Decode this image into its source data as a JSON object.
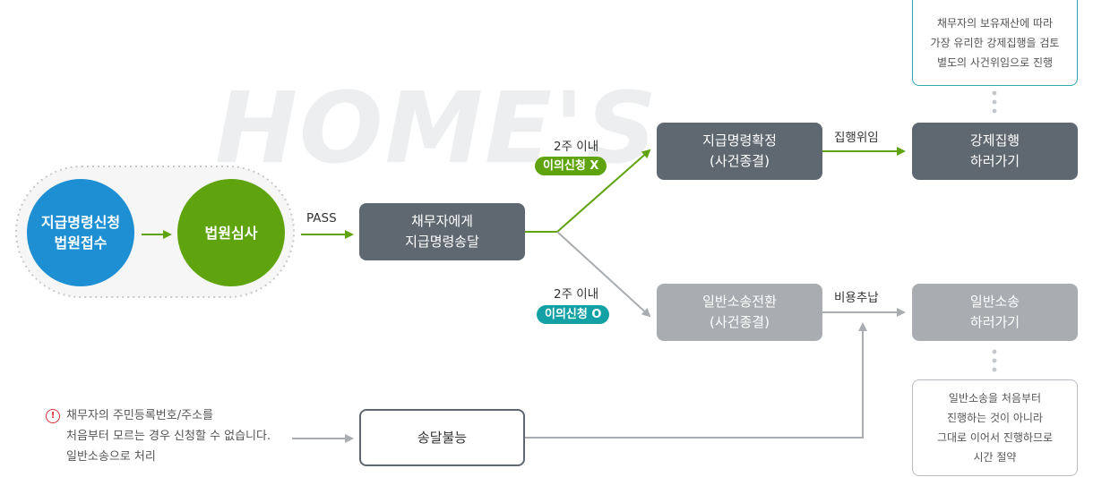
{
  "watermark": "HOME'S",
  "nodes": {
    "apply": "지급명령신청\n법원접수",
    "court_review": "법원심사",
    "deliver_to_debtor": "채무자에게\n지급명령송달",
    "order_confirmed": "지급명령확정\n(사건종결)",
    "enforce": "강제집행\n하러가기",
    "civil_conversion": "일반소송전환\n(사건종결)",
    "civil_suit": "일반소송\n하러가기",
    "undeliverable": "송달불능"
  },
  "edge_labels": {
    "pass": "PASS",
    "two_weeks_top": "2주 이내",
    "no_objection": "이의신청 X",
    "two_weeks_bottom": "2주 이내",
    "objection": "이의신청 O",
    "delegate_enforcement": "집행위임",
    "cost_adjustment": "비용추납"
  },
  "notes": {
    "top_right": "채무자의 보유재산에 따라\n가장 유리한 강제집행을 검토\n별도의 사건위임으로 진행",
    "bottom_right": "일반소송을 처음부터\n진행하는 것이 아니라\n그대로 이어서 진행하므로\n시간 절약",
    "warning": "채무자의 주민등록번호/주소를\n처음부터 모르는 경우 신청할 수 없습니다.\n일반소송으로 처리",
    "warning_icon_glyph": "!"
  },
  "colors": {
    "blue": "#1e8fd2",
    "green": "#5fa40e",
    "teal": "#13a1a6",
    "dark_box": "#5f6870",
    "gray_box": "#a9adb1",
    "gray_line": "#a9adb1",
    "warning_red": "#d9303d"
  }
}
